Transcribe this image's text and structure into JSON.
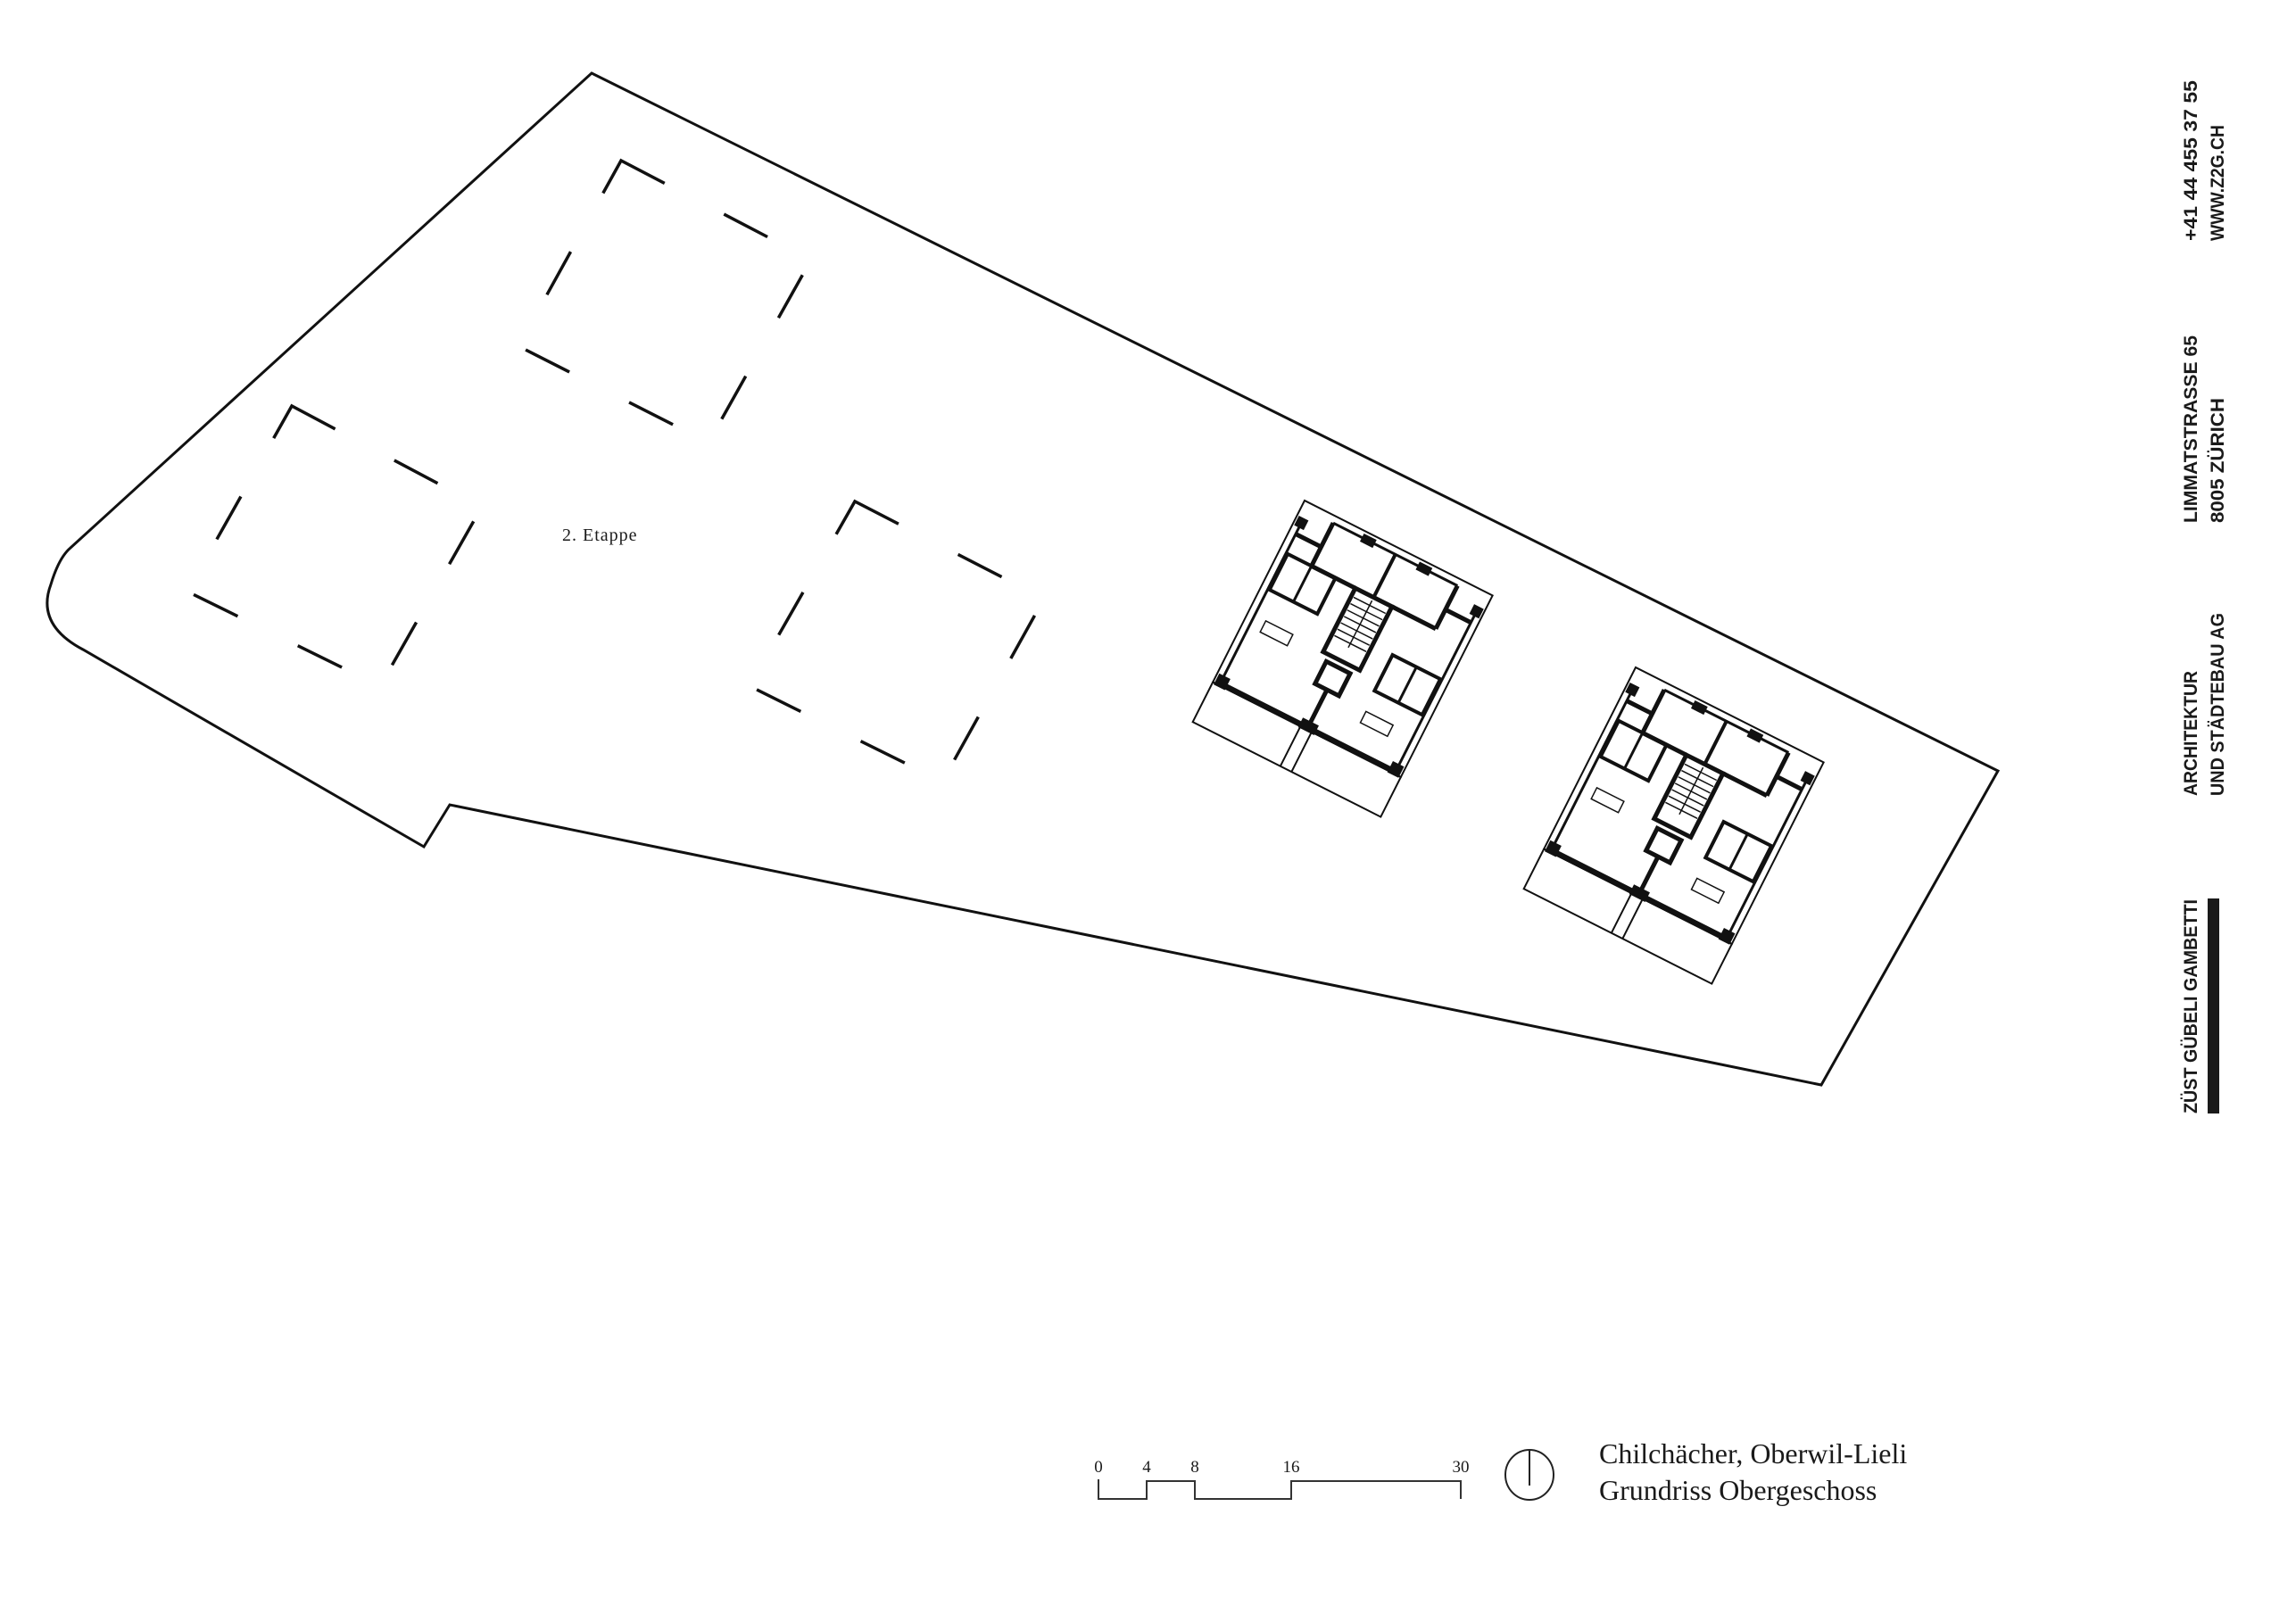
{
  "plan": {
    "etappe_label": "2. Etappe",
    "title_line1": "Chilchächer, Oberwil-Lieli",
    "title_line2": "Grundriss Obergeschoss"
  },
  "scale_bar": {
    "ticks": [
      "0",
      "4",
      "8",
      "16",
      "30"
    ],
    "unit_values": [
      0,
      4,
      8,
      16,
      30
    ]
  },
  "north_arrow": {
    "icon": "north-arrow-icon"
  },
  "firm": {
    "name": "ZÜST GÜBELI GAMBETTI",
    "type_line1": "ARCHITEKTUR",
    "type_line2": "UND STÄDTEBAU AG",
    "address_line1": "LIMMATSTRASSE 65",
    "address_line2": "8005 ZÜRICH",
    "phone": "+41 44 455 37 55",
    "web": "WWW.Z2G.CH"
  },
  "colors": {
    "ink": "#1a1a1a",
    "background": "#ffffff"
  }
}
